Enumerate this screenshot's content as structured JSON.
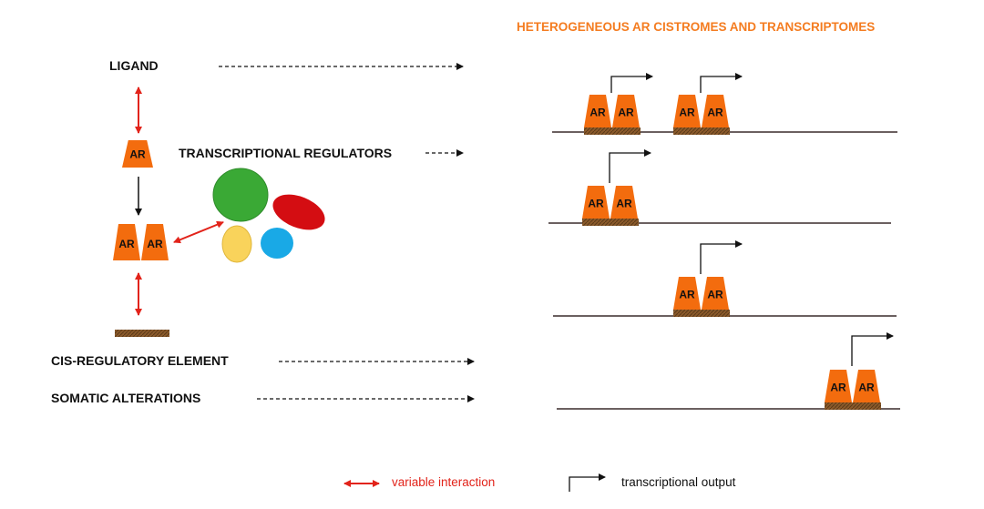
{
  "title": "HETEROGENEOUS AR CISTROMES AND TRANSCRIPTOMES",
  "labels": {
    "ligand": "LIGAND",
    "regulators": "TRANSCRIPTIONAL REGULATORS",
    "cis_element": "CIS-REGULATORY ELEMENT",
    "somatic": "SOMATIC ALTERATIONS"
  },
  "ar_label": "AR",
  "legend": {
    "variable_interaction": "variable interaction",
    "transcriptional_output": "transcriptional output"
  },
  "colors": {
    "ar_orange": "#f36c0e",
    "title_orange": "#f47c20",
    "interaction_red": "#e2231a",
    "dna_line": "#6b6060",
    "element_brown": "#8b5a2b",
    "green": "#3aa935",
    "red": "#d40d12",
    "yellow": "#f9d35b",
    "blue": "#19a9e6"
  }
}
